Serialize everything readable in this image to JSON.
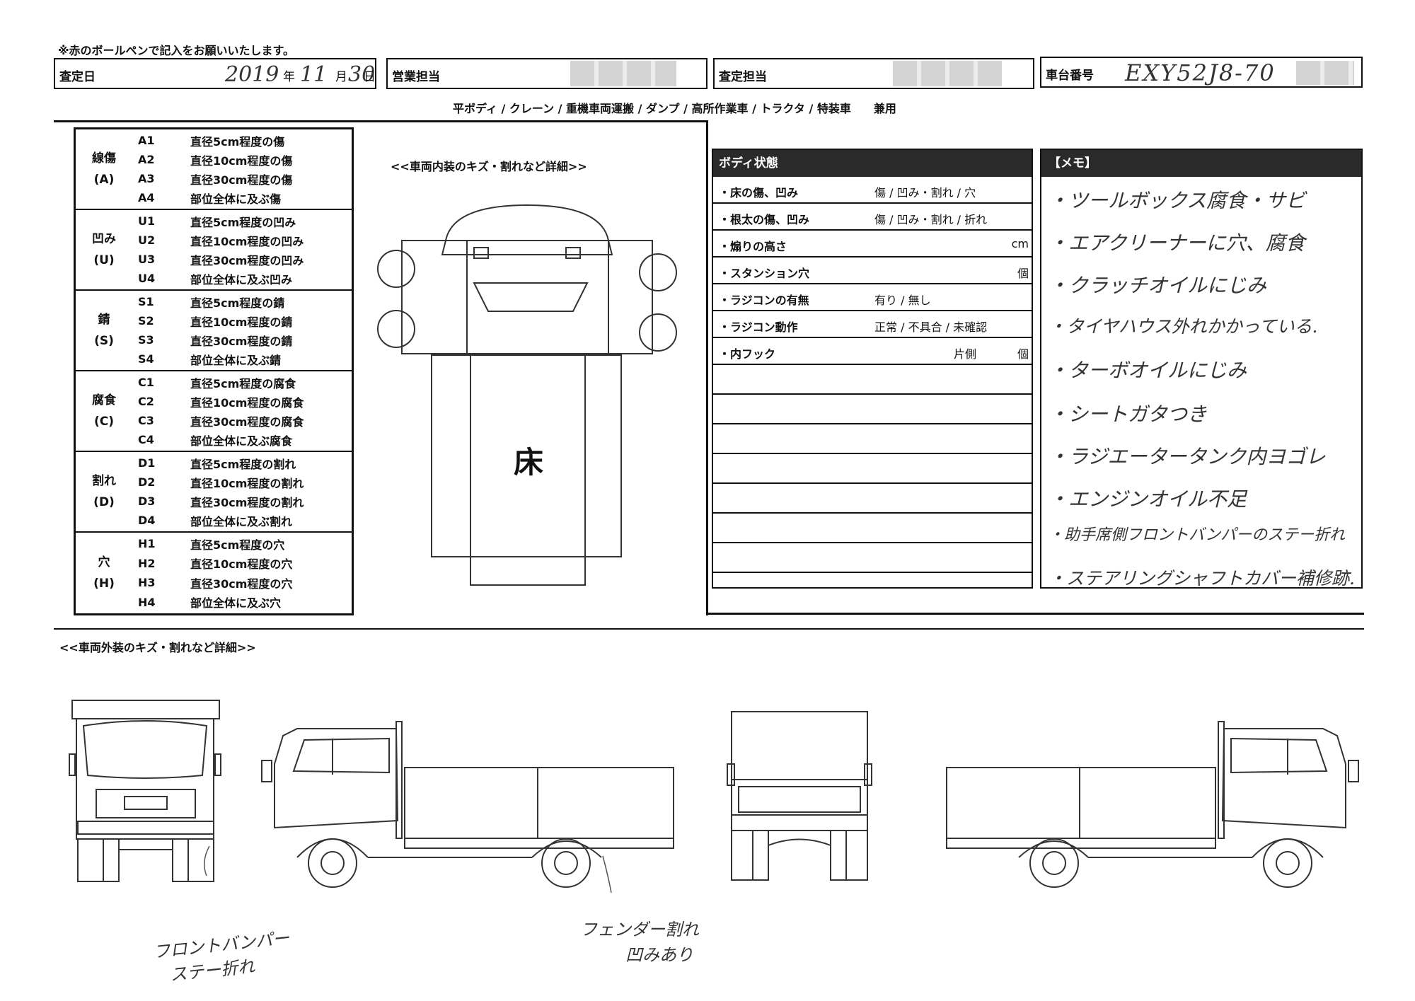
{
  "notice": "※赤のボールペンで記入をお願いいたします。",
  "header": {
    "date_label": "査定日",
    "date_year": "2019",
    "year_unit": "年",
    "date_month": "11",
    "month_unit": "月",
    "date_day": "30",
    "day_unit": "日",
    "sales_label": "営業担当",
    "appraiser_label": "査定担当",
    "chassis_label": "車台番号",
    "chassis_value": "EXY52J8-70"
  },
  "body_types": "平ボディ / クレーン / 重機車両運搬 / ダンプ / 高所作業車 / トラクタ / 特装車　　兼用",
  "legend": [
    {
      "name": "線傷",
      "code": "(A)",
      "rows": [
        {
          "code": "A1",
          "desc": "直径5cm程度の傷"
        },
        {
          "code": "A2",
          "desc": "直径10cm程度の傷"
        },
        {
          "code": "A3",
          "desc": "直径30cm程度の傷"
        },
        {
          "code": "A4",
          "desc": "部位全体に及ぶ傷"
        }
      ]
    },
    {
      "name": "凹み",
      "code": "(U)",
      "rows": [
        {
          "code": "U1",
          "desc": "直径5cm程度の凹み"
        },
        {
          "code": "U2",
          "desc": "直径10cm程度の凹み"
        },
        {
          "code": "U3",
          "desc": "直径30cm程度の凹み"
        },
        {
          "code": "U4",
          "desc": "部位全体に及ぶ凹み"
        }
      ]
    },
    {
      "name": "錆",
      "code": "(S)",
      "rows": [
        {
          "code": "S1",
          "desc": "直径5cm程度の錆"
        },
        {
          "code": "S2",
          "desc": "直径10cm程度の錆"
        },
        {
          "code": "S3",
          "desc": "直径30cm程度の錆"
        },
        {
          "code": "S4",
          "desc": "部位全体に及ぶ錆"
        }
      ]
    },
    {
      "name": "腐食",
      "code": "(C)",
      "rows": [
        {
          "code": "C1",
          "desc": "直径5cm程度の腐食"
        },
        {
          "code": "C2",
          "desc": "直径10cm程度の腐食"
        },
        {
          "code": "C3",
          "desc": "直径30cm程度の腐食"
        },
        {
          "code": "C4",
          "desc": "部位全体に及ぶ腐食"
        }
      ]
    },
    {
      "name": "割れ",
      "code": "(D)",
      "rows": [
        {
          "code": "D1",
          "desc": "直径5cm程度の割れ"
        },
        {
          "code": "D2",
          "desc": "直径10cm程度の割れ"
        },
        {
          "code": "D3",
          "desc": "直径30cm程度の割れ"
        },
        {
          "code": "D4",
          "desc": "部位全体に及ぶ割れ"
        }
      ]
    },
    {
      "name": "穴",
      "code": "(H)",
      "rows": [
        {
          "code": "H1",
          "desc": "直径5cm程度の穴"
        },
        {
          "code": "H2",
          "desc": "直径10cm程度の穴"
        },
        {
          "code": "H3",
          "desc": "直径30cm程度の穴"
        },
        {
          "code": "H4",
          "desc": "部位全体に及ぶ穴"
        }
      ]
    }
  ],
  "interior_title": "<<車両内装のキズ・割れなど詳細>>",
  "floor_label": "床",
  "body_state": {
    "title": "ボディ状態",
    "rows": [
      {
        "label": "・床の傷、凹み",
        "options": "傷 / 凹み・割れ / 穴",
        "unit": ""
      },
      {
        "label": "・根太の傷、凹み",
        "options": "傷 / 凹み・割れ / 折れ",
        "unit": ""
      },
      {
        "label": "・煽りの高さ",
        "options": "",
        "unit": "cm"
      },
      {
        "label": "・スタンション穴",
        "options": "",
        "unit": "個"
      },
      {
        "label": "・ラジコンの有無",
        "options": "有り / 無し",
        "unit": ""
      },
      {
        "label": "・ラジコン動作",
        "options": "正常 / 不具合 / 未確認",
        "unit": ""
      },
      {
        "label": "・内フック",
        "options": "片側",
        "unit": "個"
      }
    ]
  },
  "memo": {
    "title": "【メモ】",
    "lines": [
      "・ツールボックス腐食・サビ",
      "・エアクリーナーに穴、腐食",
      "・クラッチオイルにじみ",
      "・タイヤハウス外れかかっている.",
      "・ターボオイルにじみ",
      "・シートガタつき",
      "・ラジエータータンク内ヨゴレ",
      "・エンジンオイル不足",
      "・助手席側フロントバンパーのステー折れ",
      "・ステアリングシャフトカバー補修跡."
    ]
  },
  "exterior_title": "<<車両外装のキズ・割れなど詳細>>",
  "annotations": {
    "front_1": "フロントバンパー",
    "front_2": "ステー折れ",
    "fender_1": "フェンダー割れ",
    "fender_2": "凹みあり"
  }
}
